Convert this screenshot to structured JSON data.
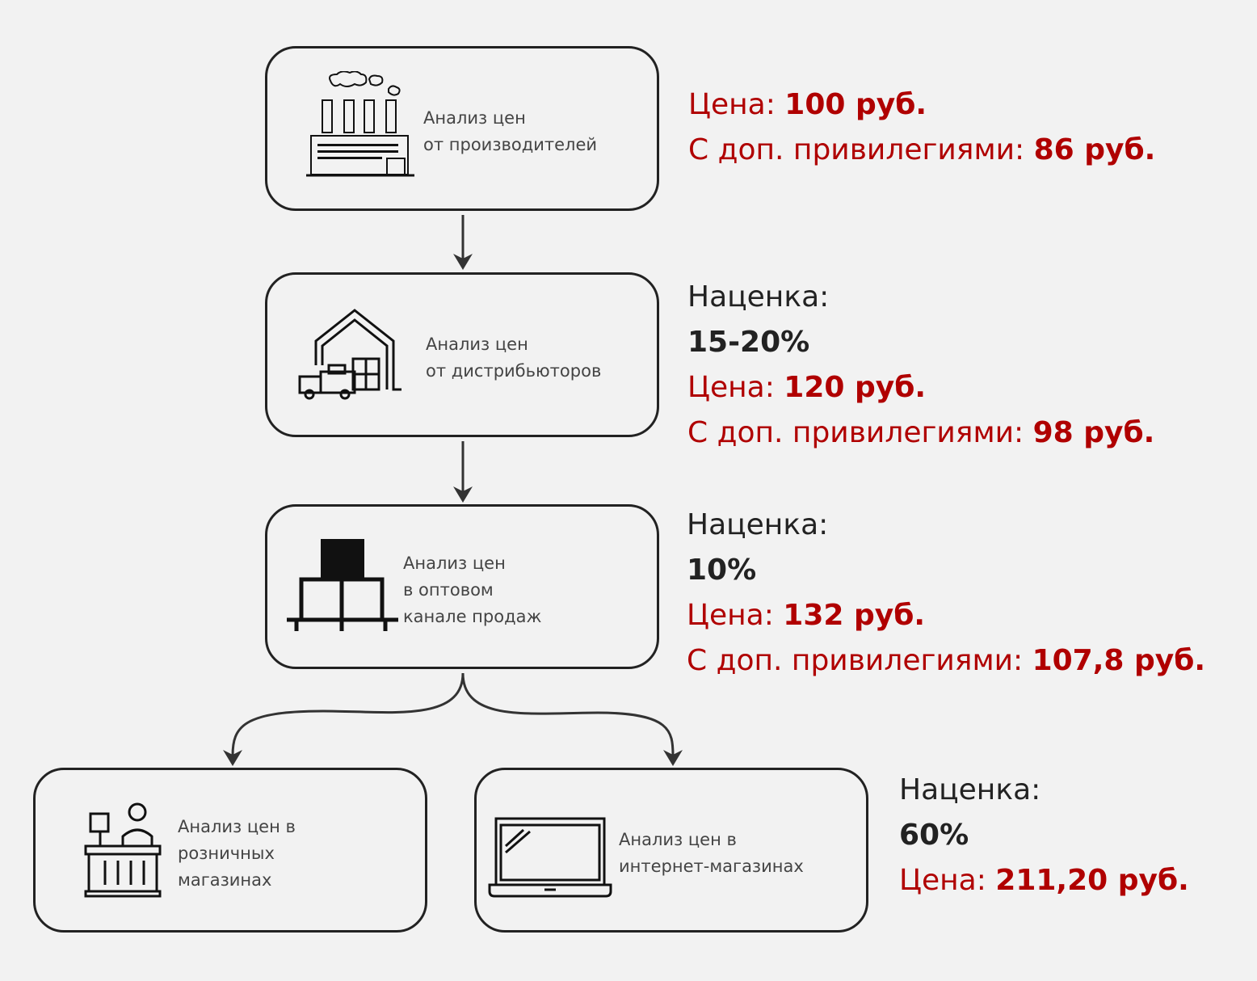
{
  "nodes": [
    {
      "id": "manufacturers",
      "icon": "factory-icon",
      "lines": [
        "Анализ цен",
        "от производителей"
      ]
    },
    {
      "id": "distributors",
      "icon": "warehouse-truck-icon",
      "lines": [
        "Анализ цен",
        "от дистрибьюторов"
      ]
    },
    {
      "id": "wholesale",
      "icon": "pallet-boxes-icon",
      "lines": [
        "Анализ цен",
        "в оптовом",
        "канале продаж"
      ]
    },
    {
      "id": "retail",
      "icon": "cashier-icon",
      "lines": [
        "Анализ цен в",
        "розничных",
        "магазинах"
      ]
    },
    {
      "id": "online",
      "icon": "laptop-icon",
      "lines": [
        "Анализ цен в",
        "интернет-магазинах"
      ]
    }
  ],
  "annotations": {
    "manufacturers": {
      "price_label": "Цена: ",
      "price": "100 руб.",
      "priv_label": "С доп. привилегиями: ",
      "priv": "86 руб."
    },
    "distributors": {
      "markup_label": "Наценка:",
      "markup": "15-20%",
      "price_label": "Цена: ",
      "price": "120 руб.",
      "priv_label": "С доп. привилегиями: ",
      "priv": "98 руб."
    },
    "wholesale": {
      "markup_label": "Наценка:",
      "markup": "10%",
      "price_label": "Цена: ",
      "price": "132 руб.",
      "priv_label": "С доп. привилегиями: ",
      "priv": "107,8 руб."
    },
    "online": {
      "markup_label": "Наценка:",
      "markup": "60%",
      "price_label": "Цена: ",
      "price": "211,20 руб."
    }
  },
  "colors": {
    "accent": "#b00000",
    "text": "#222222",
    "background": "#f2f2f2"
  }
}
